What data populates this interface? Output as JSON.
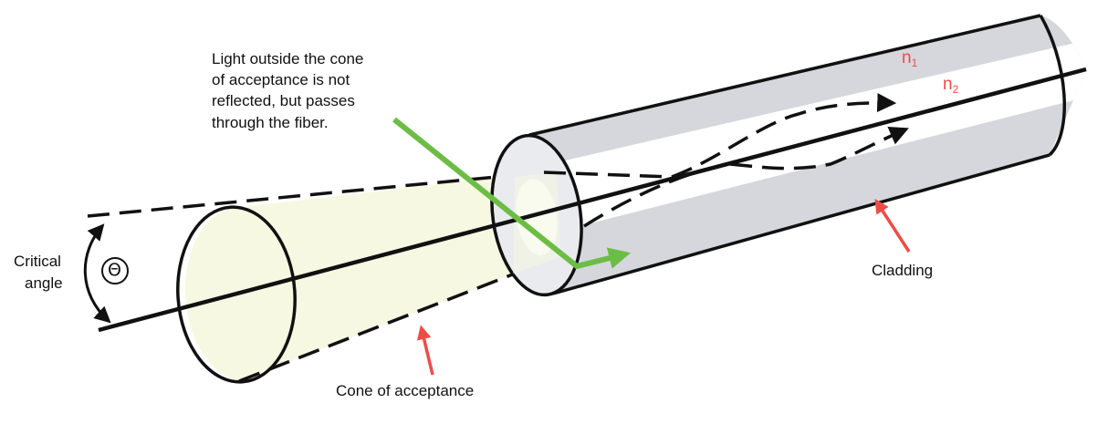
{
  "labels": {
    "light_note": [
      "Light outside the cone",
      "of acceptance is not",
      "reflected, but passes",
      "through the fiber."
    ],
    "critical_angle": [
      "Critical",
      "angle"
    ],
    "theta_symbol": "Θ",
    "cladding": "Cladding",
    "cone_of_acceptance": "Cone of acceptance",
    "n1": {
      "base": "n",
      "sub": "1"
    },
    "n2": {
      "base": "n",
      "sub": "2"
    }
  },
  "colors": {
    "stroke": "#111111",
    "cladding_fill": "#d6d7dd",
    "core_fill": "#ffffff",
    "end_face_fill": "#e9ebef",
    "cone_fill": "#f6f8e1",
    "light_ray": "#6cbd45",
    "pointer_arrows": "#ef4b45",
    "index_labels": "#ef4b45"
  }
}
